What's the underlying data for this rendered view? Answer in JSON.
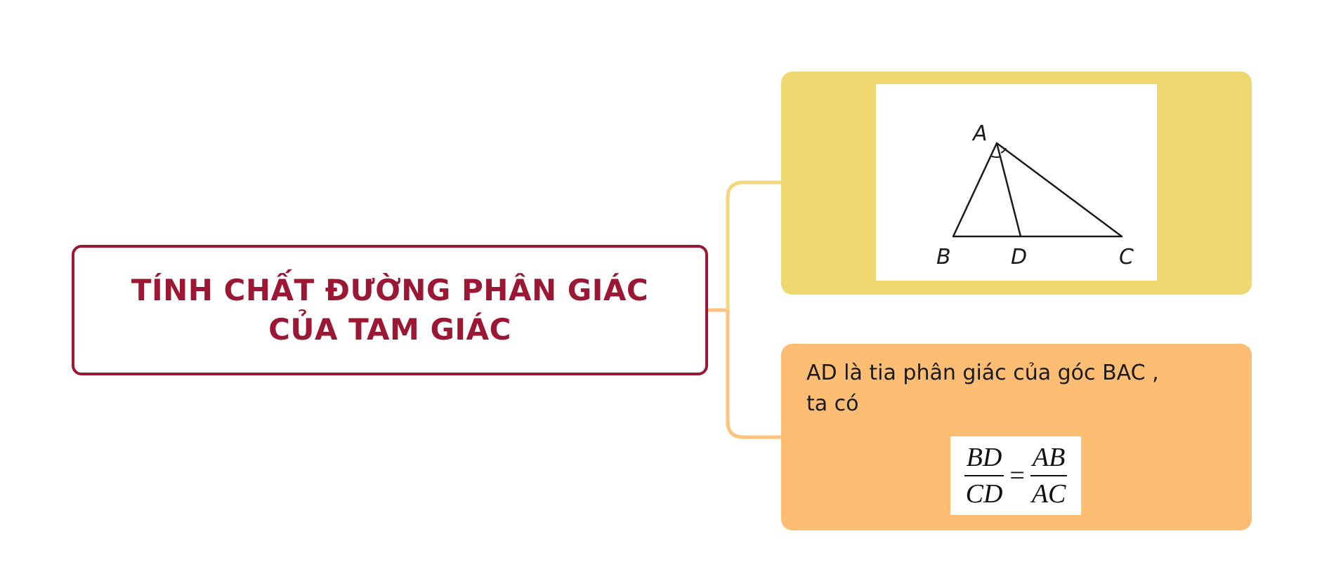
{
  "root": {
    "title_line1": "TÍNH CHẤT ĐƯỜNG PHÂN GIÁC",
    "title_line2": "CỦA TAM GIÁC"
  },
  "figure": {
    "vertex_a": "A",
    "vertex_b": "B",
    "vertex_c": "C",
    "point_d": "D"
  },
  "property": {
    "text_line1": "AD là tia phân giác của góc BAC ,",
    "text_line2": "ta có",
    "formula": {
      "left_numerator": "BD",
      "left_denominator": "CD",
      "equals": "=",
      "right_numerator": "AB",
      "right_denominator": "AC"
    }
  },
  "colors": {
    "root_border": "#9b1733",
    "root_text": "#9b1733",
    "figure_node": "#f0d871",
    "property_node": "#fdbd72",
    "connector_yellow": "#f2d77e",
    "connector_orange": "#fcc27e"
  }
}
